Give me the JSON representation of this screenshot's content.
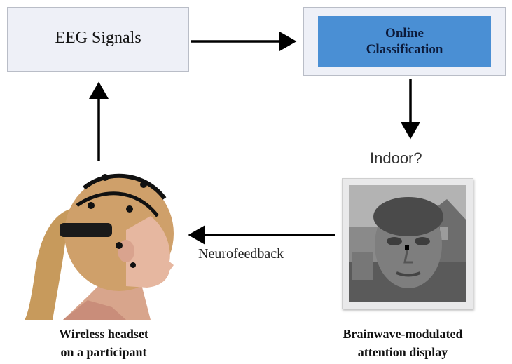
{
  "nodes": {
    "eeg": {
      "label": "EEG Signals"
    },
    "classification": {
      "label": "Online\nClassification"
    },
    "question": {
      "label": "Indoor?"
    },
    "feedback": {
      "label": "Neurofeedback"
    }
  },
  "captions": {
    "headset": {
      "line1": "Wireless headset",
      "line2": "on a participant"
    },
    "display": {
      "line1": "Brainwave-modulated",
      "line2": "attention display"
    }
  },
  "colors": {
    "box_fill": "#eef0f7",
    "box_border": "#b9bdc7",
    "classifier_fill": "#4a8fd4",
    "arrow": "#000000"
  },
  "icons": {
    "participant": "person-with-eeg-headset",
    "display": "face-overlaid-on-house-image"
  }
}
